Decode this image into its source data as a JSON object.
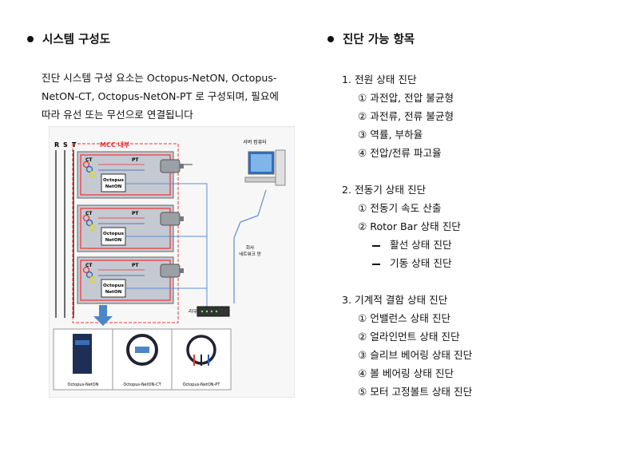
{
  "left": {
    "heading": "시스템 구성도",
    "intro": [
      "진단 시스템 구성 요소는 Octopus-NetON, Octopus-",
      "NetON-CT, Octopus-NetON-PT 로 구성되며, 필요에",
      "따라 유선 또는 무선으로 연결됩니다"
    ],
    "figure": {
      "phases": [
        "R",
        "S",
        "T"
      ],
      "mcc_label": "MCC 내부",
      "ct_label": "CT",
      "pt_label": "PT",
      "device_label": [
        "Octopus",
        "NetON"
      ],
      "server_label": "서버 컴퓨터",
      "network_label": [
        "회사",
        "네트워크 망"
      ],
      "router_label": "라우터",
      "products": [
        "Octopus-NetON",
        "Octopus-NetON-CT",
        "Octopus-NetON-PT"
      ]
    }
  },
  "right": {
    "heading": "진단 가능 항목",
    "sections": [
      {
        "title": "1.  전원 상태 진단",
        "items": [
          "① 과전압, 전압 불균형",
          "② 과전류, 전류 불균형",
          "③ 역률, 부하율",
          "④ 전압/전류 파고율"
        ],
        "subitems": []
      },
      {
        "title": "2.   전동기 상태 진단",
        "items": [
          "① 전동기 속도 산출",
          "② Rotor Bar 상태 진단"
        ],
        "subitems": [
          "활선 상태 진단",
          "기동 상태 진단"
        ]
      },
      {
        "title": "3.  기계적 결함 상태 진단",
        "items": [
          "① 언밸런스 상태 진단",
          "② 얼라인먼트 상태 진단",
          "③ 슬리브 베어링 상태 진단",
          "④ 볼 베어링 상태 진단",
          "⑤ 모터 고정볼트 상태 진단"
        ],
        "subitems": []
      }
    ]
  }
}
